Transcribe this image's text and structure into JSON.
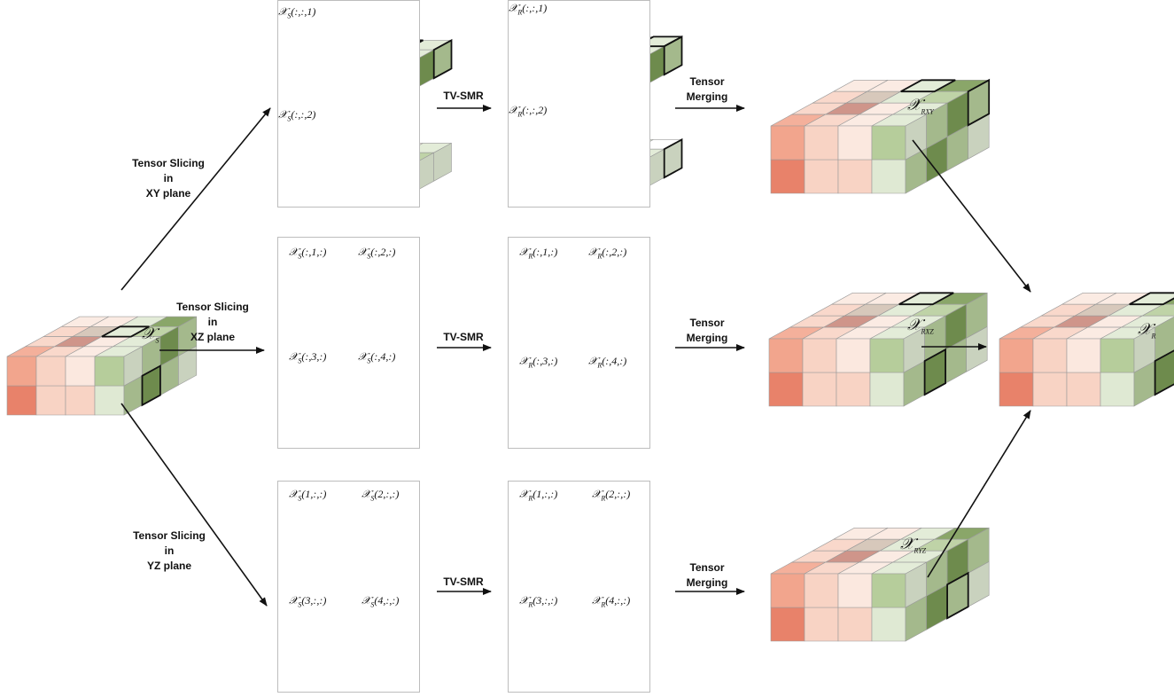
{
  "steps": {
    "slice_xy": "Tensor Slicing\nin\nXY plane",
    "slice_xz": "Tensor Slicing\nin\nXZ plane",
    "slice_yz": "Tensor Slicing\nin\nYZ plane",
    "tvsmr_1": "TV-SMR",
    "tvsmr_2": "TV-SMR",
    "tvsmr_3": "TV-SMR",
    "merge_1": "Tensor\nMerging",
    "merge_2": "Tensor\nMerging",
    "merge_3": "Tensor\nMerging"
  },
  "symbols": {
    "input": {
      "base": "𝒳",
      "sub": "S"
    },
    "rxy": {
      "base": "𝒳",
      "sub": "RXY"
    },
    "rxz": {
      "base": "𝒳",
      "sub": "RXZ"
    },
    "ryz": {
      "base": "𝒳",
      "sub": "RYZ"
    },
    "output": {
      "base": "𝒳",
      "sub": "R"
    }
  },
  "slice_labels": {
    "xy_s": [
      {
        "base": "𝒳",
        "sub": "S",
        "idx": "(:,:,1)"
      },
      {
        "base": "𝒳",
        "sub": "S",
        "idx": "(:,:,2)"
      }
    ],
    "xy_r": [
      {
        "base": "𝒳",
        "sub": "R",
        "idx": "(:,:,1)"
      },
      {
        "base": "𝒳",
        "sub": "R",
        "idx": "(:,:,2)"
      }
    ],
    "xz_s": [
      {
        "base": "𝒳",
        "sub": "S",
        "idx": "(:,1,:)"
      },
      {
        "base": "𝒳",
        "sub": "S",
        "idx": "(:,2,:)"
      },
      {
        "base": "𝒳",
        "sub": "S",
        "idx": "(:,3,:)"
      },
      {
        "base": "𝒳",
        "sub": "S",
        "idx": "(:,4,:)"
      }
    ],
    "xz_r": [
      {
        "base": "𝒳",
        "sub": "R",
        "idx": "(:,1,:)"
      },
      {
        "base": "𝒳",
        "sub": "R",
        "idx": "(:,2,:)"
      },
      {
        "base": "𝒳",
        "sub": "R",
        "idx": "(:,3,:)"
      },
      {
        "base": "𝒳",
        "sub": "R",
        "idx": "(:,4,:)"
      }
    ],
    "yz_s": [
      {
        "base": "𝒳",
        "sub": "S",
        "idx": "(1,:,:)"
      },
      {
        "base": "𝒳",
        "sub": "S",
        "idx": "(2,:,:)"
      },
      {
        "base": "𝒳",
        "sub": "S",
        "idx": "(3,:,:)"
      },
      {
        "base": "𝒳",
        "sub": "S",
        "idx": "(4,:,:)"
      }
    ],
    "yz_r": [
      {
        "base": "𝒳",
        "sub": "R",
        "idx": "(1,:,:)"
      },
      {
        "base": "𝒳",
        "sub": "R",
        "idx": "(2,:,:)"
      },
      {
        "base": "𝒳",
        "sub": "R",
        "idx": "(3,:,:)"
      },
      {
        "base": "𝒳",
        "sub": "R",
        "idx": "(4,:,:)"
      }
    ]
  },
  "colors": {
    "salmon_dark": "#e8826a",
    "salmon": "#f2a58d",
    "salmon_light": "#f8d3c4",
    "pale": "#fbe8df",
    "rose": "#c9877a",
    "taupe": "#d2c1b2",
    "green_light": "#dfe9d3",
    "green_mid": "#b6cd9b",
    "green_dark": "#7a9a55",
    "edge": "#9a9a9a"
  }
}
